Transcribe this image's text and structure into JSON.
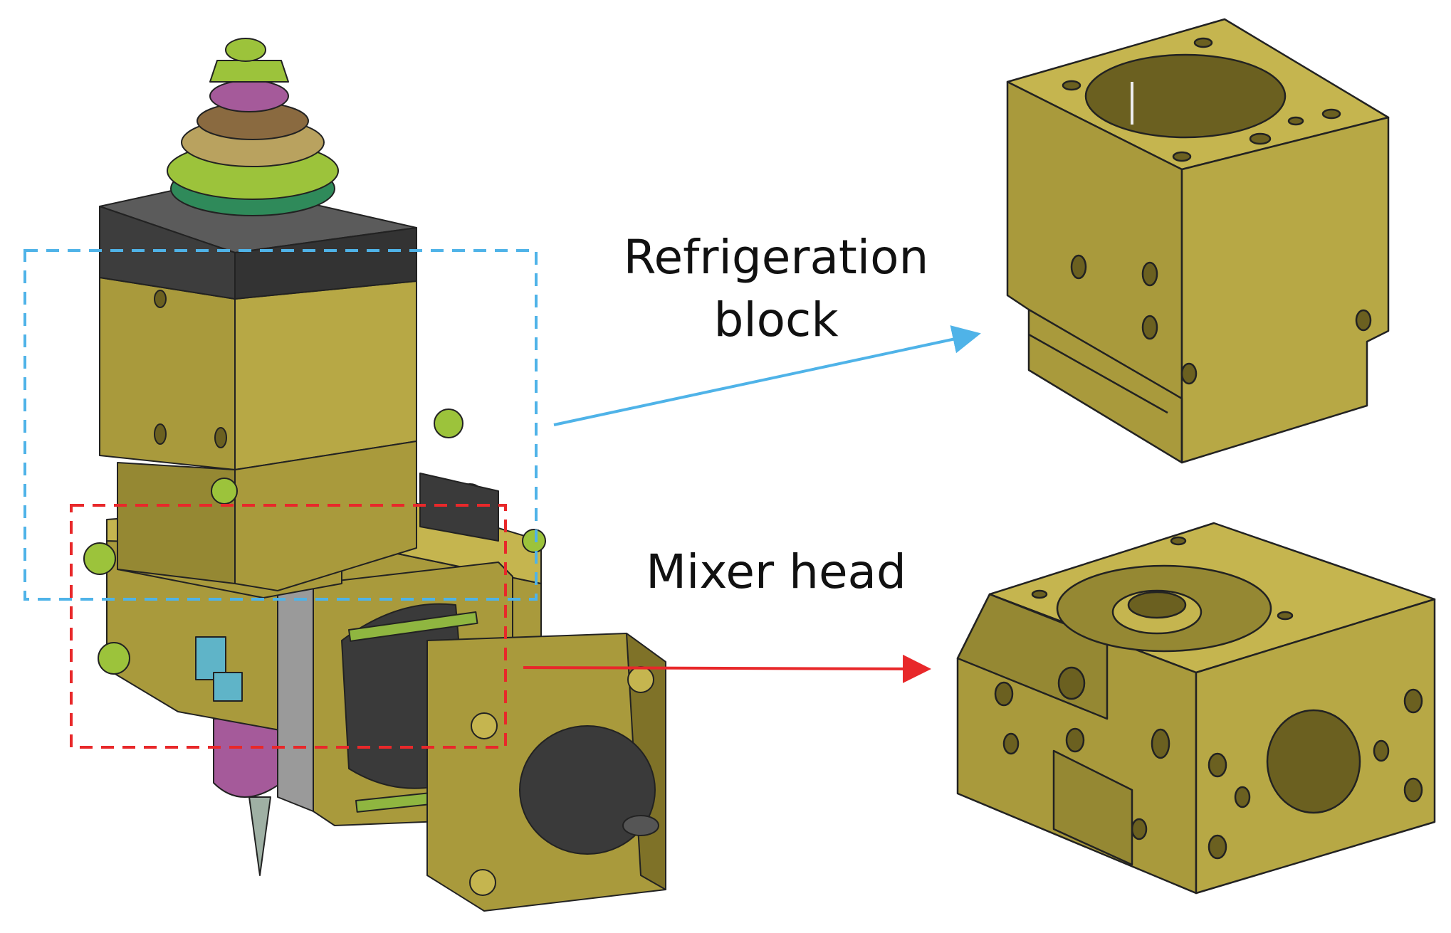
{
  "labels": {
    "refrigeration": "Refrigeration block",
    "mixer": "Mixer head"
  },
  "colors": {
    "brass": "#a99a3c",
    "brass_light": "#c5b54f",
    "brass_dark": "#7f7228",
    "dark_gray": "#3d3d3d",
    "refrigeration_highlight": "#4fb3e8",
    "mixer_highlight": "#e8282a",
    "fitting_green": "#9cc33b",
    "nozzle_purple": "#a55a9a"
  },
  "parts": [
    "full-assembly",
    "refrigeration-block",
    "mixer-head"
  ]
}
